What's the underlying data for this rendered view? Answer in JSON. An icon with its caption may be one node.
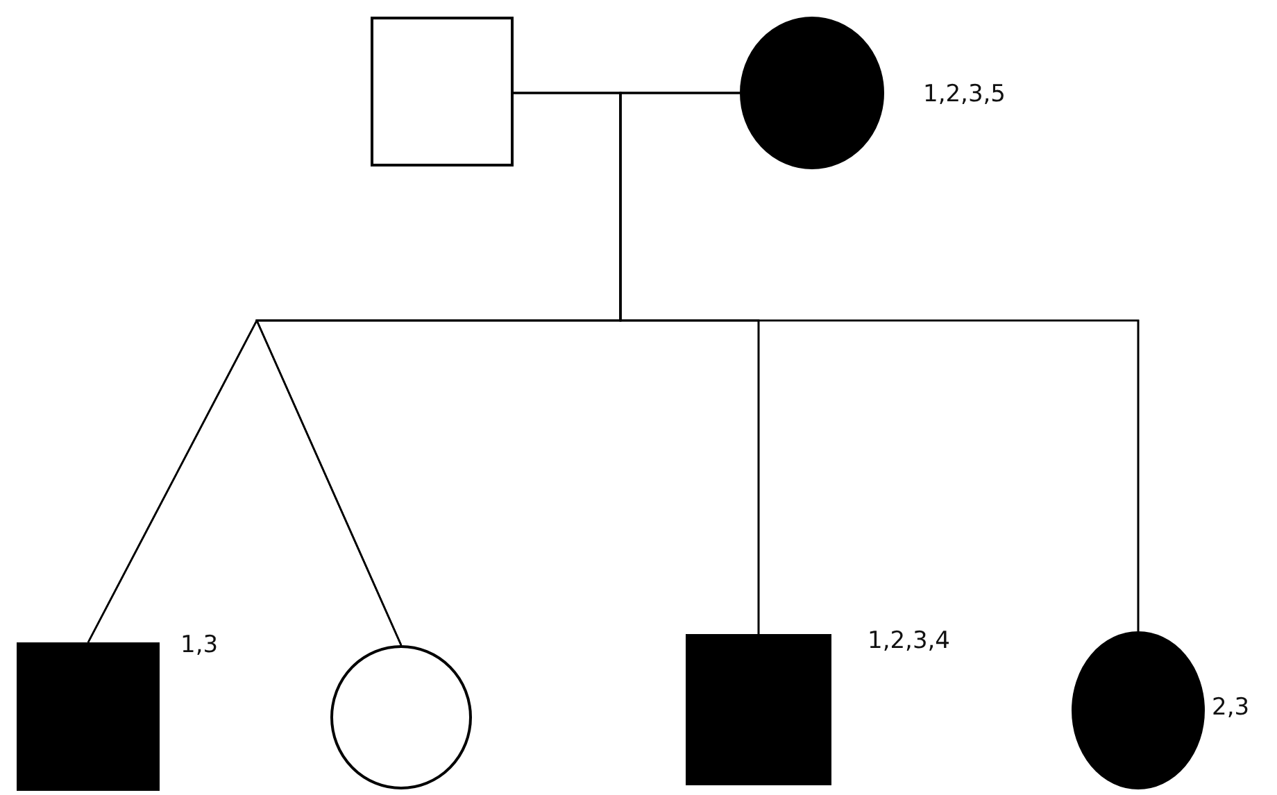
{
  "diagram": {
    "nodes": [
      {
        "text": [],
        "shape": "box"
      },
      {
        "text": [],
        "shape": "circle",
        "beside": [
          "1,2,3,5"
        ]
      },
      {
        "text": [],
        "shape": "box",
        "beside": [
          "1,3"
        ]
      },
      {
        "text": [],
        "shape": "circle"
      },
      {
        "text": [],
        "shape": "box",
        "beside": [
          "1,2,3,4"
        ]
      },
      {
        "text": [],
        "shape": "circle",
        "beside": [
          "2,3"
        ]
      }
    ],
    "edges": [
      {
        "from": 0,
        "to": 1,
        "arrow": "none"
      },
      {
        "from": 0,
        "to": 2,
        "arrow": "none"
      },
      {
        "from": 1,
        "to": 2,
        "arrow": "none"
      },
      {
        "from": 0,
        "to": 3,
        "arrow": "none"
      },
      {
        "from": 1,
        "to": 3,
        "arrow": "none"
      },
      {
        "from": 0,
        "to": 4,
        "arrow": "none"
      },
      {
        "from": 1,
        "to": 4,
        "arrow": "none"
      },
      {
        "from": 0,
        "to": 5,
        "arrow": "none"
      },
      {
        "from": 1,
        "to": 5,
        "arrow": "none"
      }
    ]
  }
}
